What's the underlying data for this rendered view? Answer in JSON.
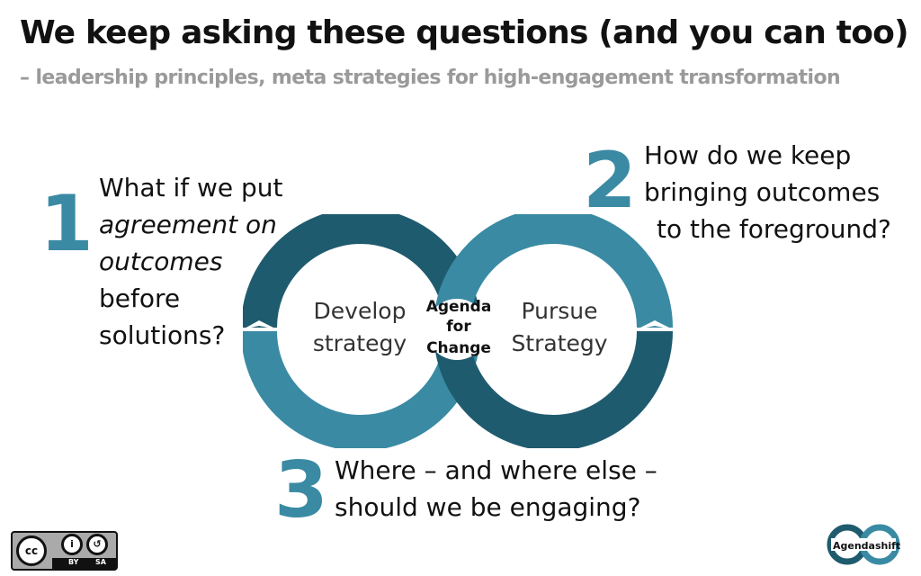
{
  "title": "We keep asking these questions (and you can too)",
  "subtitle": "– leadership principles, meta strategies for high-engagement transformation",
  "questions": [
    {
      "number": "1",
      "line1": "What if we put",
      "line2": "agreement on",
      "line3": "outcomes",
      "line4": "before",
      "line5": "solutions?"
    },
    {
      "number": "2",
      "line1": "How do we keep",
      "line2": "bringing outcomes",
      "line3": "to the foreground?"
    },
    {
      "number": "3",
      "line1": "Where – and where else –",
      "line2": "should we be engaging?"
    }
  ],
  "diagram": {
    "left_loop": {
      "line1": "Develop",
      "line2": "strategy"
    },
    "center": {
      "line1": "Agenda",
      "line2": "for",
      "line3": "Change"
    },
    "right_loop": {
      "line1": "Pursue",
      "line2": "Strategy"
    }
  },
  "colors": {
    "number": "#3a8aa3",
    "loop_dark": "#1f5b6e",
    "loop_light": "#3a8aa3"
  },
  "license": {
    "by": "BY",
    "sa": "SA",
    "cc": "cc"
  },
  "brand": "Agendashift"
}
